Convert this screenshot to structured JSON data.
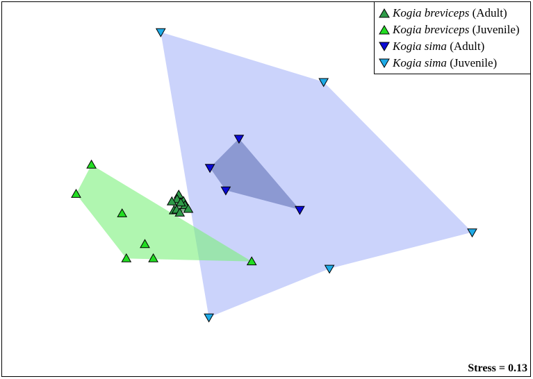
{
  "chart_data": {
    "type": "scatter",
    "title": "",
    "xlabel": "",
    "ylabel": "",
    "xlim": [
      0,
      100
    ],
    "ylim": [
      0,
      100
    ],
    "grid": false,
    "legend_position": "top-right",
    "series": [
      {
        "name": "Kogia breviceps (Adult)",
        "species": "Kogia breviceps",
        "stage": "(Adult)",
        "marker": "triangle-up",
        "color": "#2e9b48",
        "hull_color": "#1f7a34",
        "hull_opacity": 0.55,
        "hull": [
          [
            33.4,
            48.6
          ],
          [
            34.6,
            46.9
          ],
          [
            35.2,
            44.8
          ],
          [
            33.4,
            43.6
          ],
          [
            32.5,
            44.4
          ],
          [
            32.1,
            46.8
          ]
        ],
        "points": [
          [
            33.4,
            48.6
          ],
          [
            34.3,
            46.9
          ],
          [
            33.1,
            47.4
          ],
          [
            34.6,
            45.8
          ],
          [
            32.1,
            46.8
          ],
          [
            33.8,
            46.5
          ],
          [
            35.2,
            44.8
          ],
          [
            32.5,
            44.4
          ],
          [
            33.0,
            44.6
          ],
          [
            33.6,
            43.8
          ]
        ]
      },
      {
        "name": "Kogia breviceps (Juvenile)",
        "species": "Kogia breviceps",
        "stage": "(Juvenile)",
        "marker": "triangle-up",
        "color": "#22dd22",
        "hull_color": "#7cf07c",
        "hull_opacity": 0.6,
        "hull": [
          [
            16.9,
            56.6
          ],
          [
            14.0,
            48.8
          ],
          [
            23.5,
            31.6
          ],
          [
            47.2,
            30.8
          ]
        ],
        "points": [
          [
            16.9,
            56.6
          ],
          [
            14.0,
            48.8
          ],
          [
            22.7,
            43.6
          ],
          [
            27.0,
            35.4
          ],
          [
            23.5,
            31.6
          ],
          [
            28.6,
            31.6
          ],
          [
            47.2,
            30.8
          ]
        ]
      },
      {
        "name": "Kogia sima (Adult)",
        "species": "Kogia sima",
        "stage": "(Adult)",
        "marker": "triangle-down",
        "color": "#0a0ad4",
        "hull_color": "#5a6ab0",
        "hull_opacity": 0.55,
        "hull": [
          [
            44.8,
            63.6
          ],
          [
            56.3,
            44.6
          ],
          [
            42.3,
            49.8
          ],
          [
            39.3,
            55.8
          ]
        ],
        "points": [
          [
            44.8,
            63.6
          ],
          [
            39.3,
            55.8
          ],
          [
            42.3,
            49.8
          ],
          [
            56.3,
            44.6
          ]
        ]
      },
      {
        "name": "Kogia sima (Juvenile)",
        "species": "Kogia sima",
        "stage": "(Juvenile)",
        "marker": "triangle-down",
        "color": "#1eaae6",
        "hull_color": "#a9b6f8",
        "hull_opacity": 0.6,
        "hull": [
          [
            30.0,
            92.0
          ],
          [
            60.8,
            78.7
          ],
          [
            88.9,
            38.6
          ],
          [
            61.9,
            28.9
          ],
          [
            39.1,
            15.9
          ]
        ],
        "points": [
          [
            30.0,
            92.0
          ],
          [
            60.8,
            78.7
          ],
          [
            88.9,
            38.6
          ],
          [
            61.9,
            28.9
          ],
          [
            39.1,
            15.9
          ]
        ]
      }
    ],
    "annotations": [
      {
        "text": "Stress = 0.13",
        "position": "bottom-right"
      }
    ]
  }
}
